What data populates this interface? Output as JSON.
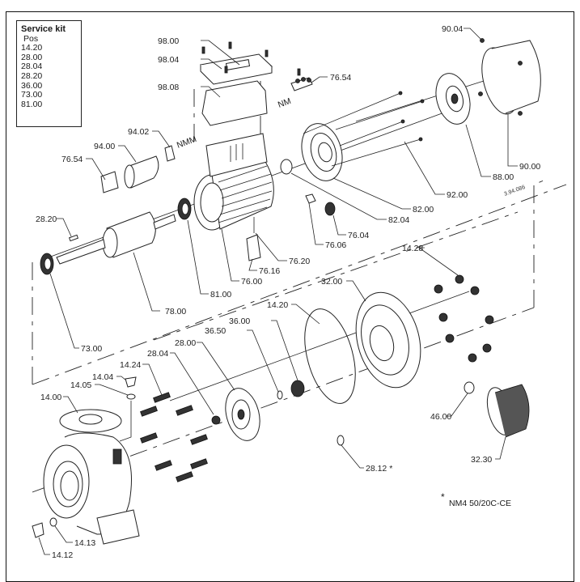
{
  "service_kit": {
    "title": "Service kit",
    "column_header": "Pos",
    "positions": [
      "14.20",
      "28.00",
      "28.04",
      "28.20",
      "36.00",
      "73.00",
      "81.00"
    ]
  },
  "drawing_reference": "3.94.086",
  "axis_labels": {
    "nmm": "NMM",
    "nm": "NM"
  },
  "footnote": {
    "marker": "*",
    "text": "NM4  50/20C-CE"
  },
  "parts": [
    {
      "id": "98.00"
    },
    {
      "id": "98.04"
    },
    {
      "id": "98.08"
    },
    {
      "id": "76.54"
    },
    {
      "id": "94.02"
    },
    {
      "id": "94.00"
    },
    {
      "id": "76.54b",
      "label": "76.54"
    },
    {
      "id": "90.04"
    },
    {
      "id": "90.00"
    },
    {
      "id": "88.00"
    },
    {
      "id": "92.00"
    },
    {
      "id": "82.00"
    },
    {
      "id": "82.04"
    },
    {
      "id": "76.04"
    },
    {
      "id": "76.06"
    },
    {
      "id": "76.20"
    },
    {
      "id": "76.16"
    },
    {
      "id": "76.00"
    },
    {
      "id": "81.00"
    },
    {
      "id": "78.00"
    },
    {
      "id": "28.20"
    },
    {
      "id": "73.00"
    },
    {
      "id": "14.28"
    },
    {
      "id": "32.00"
    },
    {
      "id": "14.20"
    },
    {
      "id": "36.00"
    },
    {
      "id": "36.50"
    },
    {
      "id": "28.00"
    },
    {
      "id": "28.04"
    },
    {
      "id": "14.24"
    },
    {
      "id": "14.04"
    },
    {
      "id": "14.05"
    },
    {
      "id": "14.00"
    },
    {
      "id": "46.00"
    },
    {
      "id": "32.30"
    },
    {
      "id": "28.12",
      "label": "28.12 *"
    },
    {
      "id": "14.13"
    },
    {
      "id": "14.12"
    }
  ]
}
